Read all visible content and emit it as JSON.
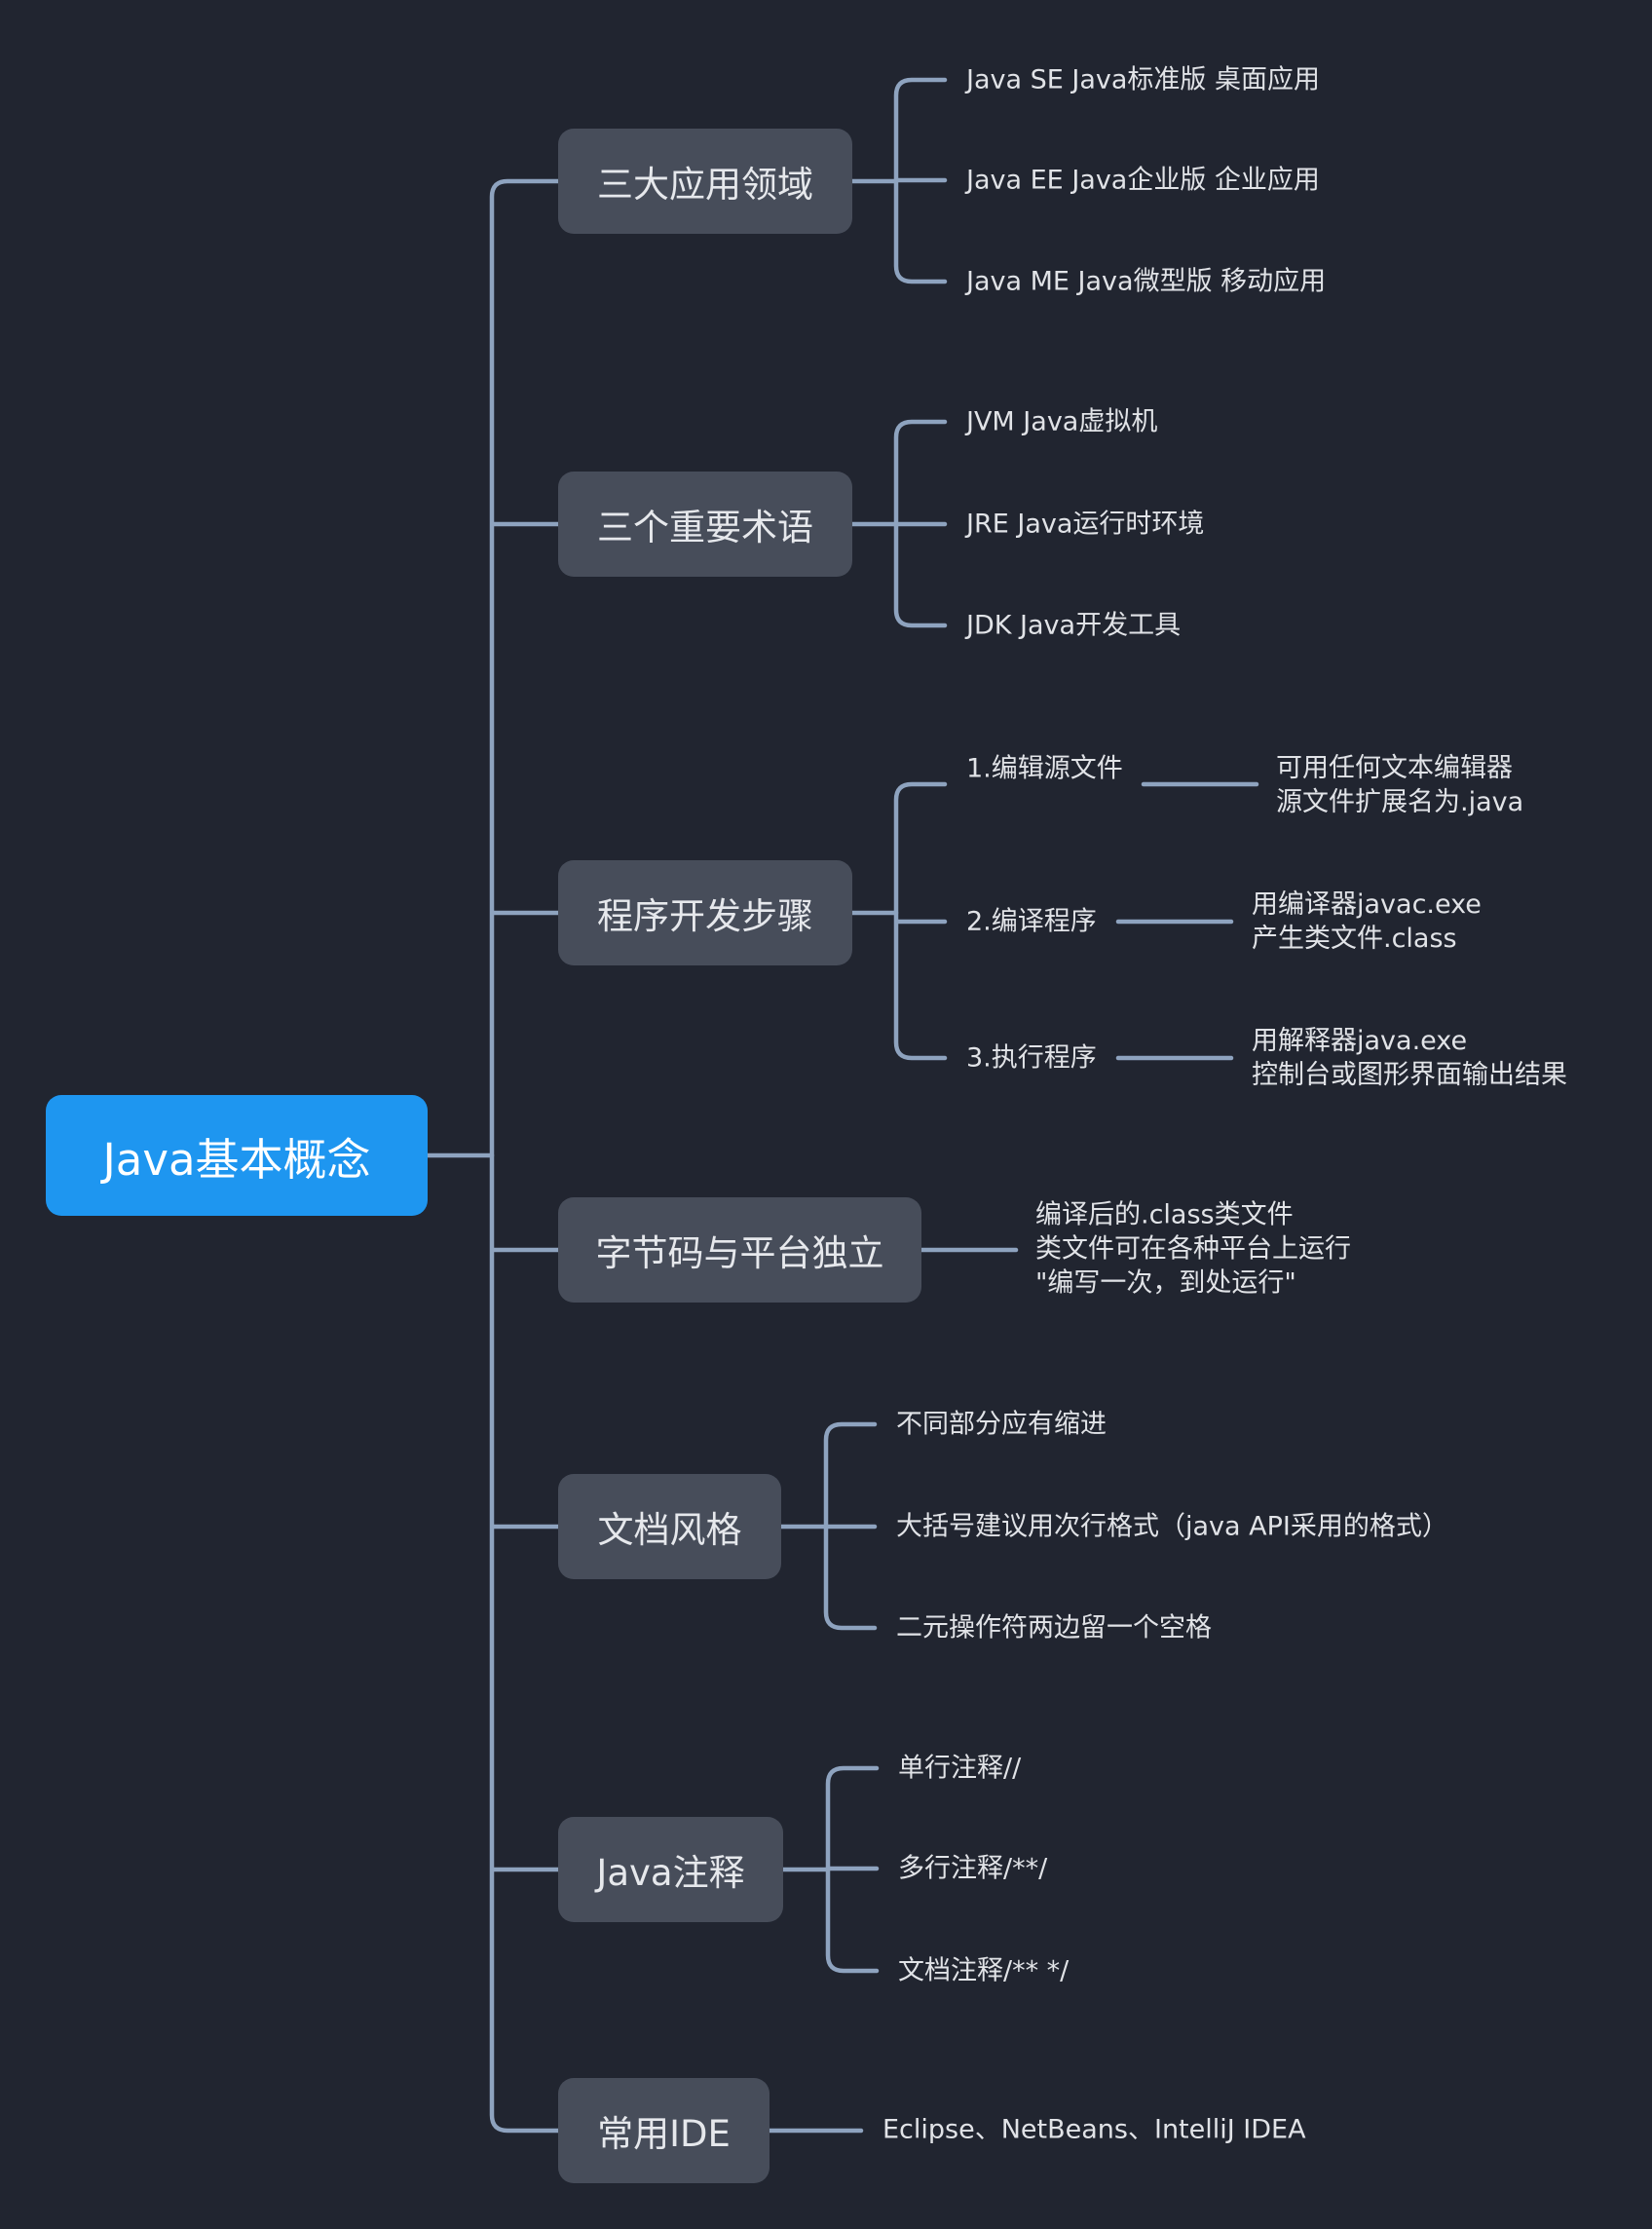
{
  "root": {
    "label": "Java基本概念"
  },
  "branches": [
    {
      "label": "三大应用领域",
      "children": [
        {
          "label": "Java SE Java标准版 桌面应用"
        },
        {
          "label": "Java EE Java企业版 企业应用"
        },
        {
          "label": "Java ME Java微型版 移动应用"
        }
      ]
    },
    {
      "label": "三个重要术语",
      "children": [
        {
          "label": "JVM Java虚拟机"
        },
        {
          "label": "JRE Java运行时环境"
        },
        {
          "label": "JDK Java开发工具"
        }
      ]
    },
    {
      "label": "程序开发步骤",
      "children": [
        {
          "label": "1.编辑源文件",
          "detail": [
            "可用任何文本编辑器",
            "源文件扩展名为.java"
          ]
        },
        {
          "label": "2.编译程序",
          "detail": [
            "用编译器javac.exe",
            "产生类文件.class"
          ]
        },
        {
          "label": "3.执行程序",
          "detail": [
            "用解释器java.exe",
            "控制台或图形界面输出结果"
          ]
        }
      ]
    },
    {
      "label": "字节码与平台独立",
      "note": [
        "编译后的.class类文件",
        "类文件可在各种平台上运行",
        "\"编写一次，到处运行\""
      ]
    },
    {
      "label": "文档风格",
      "children": [
        {
          "label": "不同部分应有缩进"
        },
        {
          "label": "大括号建议用次行格式（java API采用的格式）"
        },
        {
          "label": "二元操作符两边留一个空格"
        }
      ]
    },
    {
      "label": "Java注释",
      "children": [
        {
          "label": "单行注释//"
        },
        {
          "label": "多行注释/**/"
        },
        {
          "label": "文档注释/** */"
        }
      ]
    },
    {
      "label": "常用IDE",
      "note": [
        "Eclipse、NetBeans、IntelliJ IDEA"
      ]
    }
  ]
}
